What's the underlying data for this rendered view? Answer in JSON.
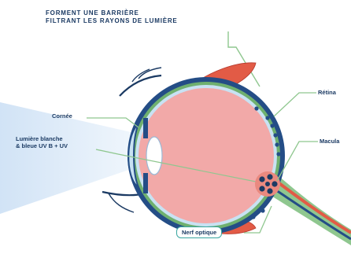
{
  "title": {
    "line1": "FORMENT UNE BARRIÈRE",
    "line2": "FILTRANT LES RAYONS DE LUMIÈRE"
  },
  "labels": {
    "cornea": "Cornée",
    "light_line1": "Lumière blanche",
    "light_line2": "& bleue UV B + UV",
    "retina": "Rétina",
    "macula": "Macula",
    "optic_nerve": "Nerf optique"
  },
  "colors": {
    "accent_green": "#8fc78f",
    "label_blue": "#1b3a63",
    "eye_interior": "#f2a9a8",
    "sclera_blue": "#244d86",
    "muscle_red": "#e25b46",
    "nerve_green": "#6fb06f",
    "light_beam": "#dbe9f7"
  }
}
